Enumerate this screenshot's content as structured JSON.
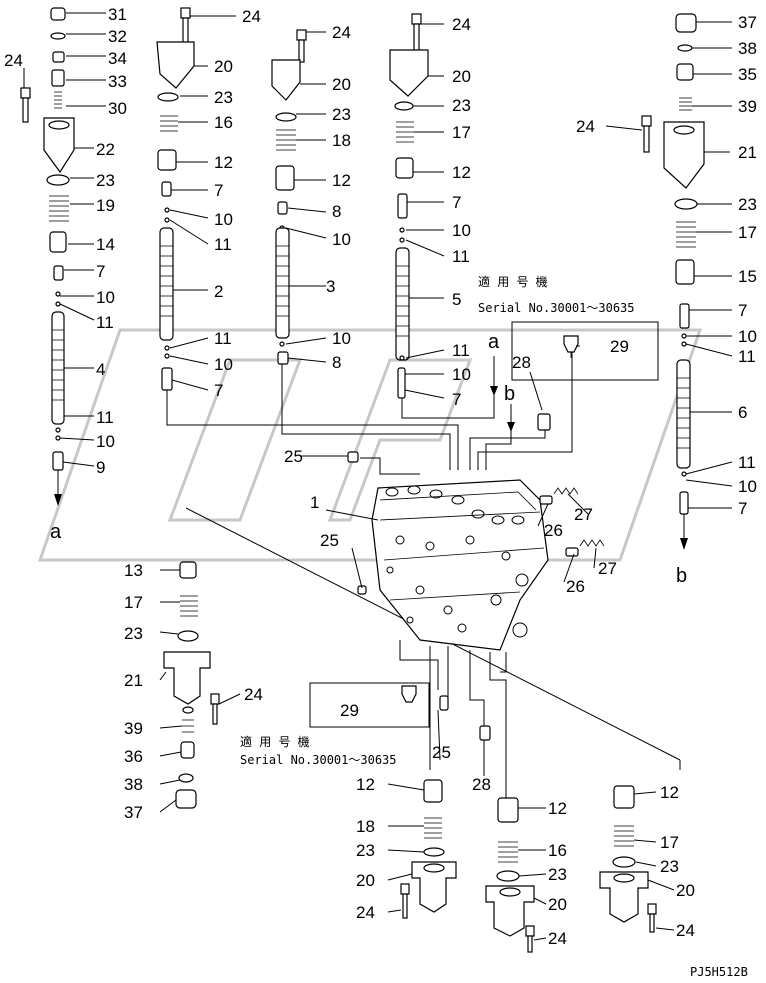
{
  "drawing_code": "PJ5H512B",
  "applicability": {
    "heading": "適 用 号 機",
    "serial": "Serial No.30001～30635"
  },
  "flow_markers": {
    "a": "a",
    "b": "b"
  },
  "callouts": {
    "c1": "1",
    "c2": "2",
    "c3": "3",
    "c4": "4",
    "c5": "5",
    "c6": "6",
    "c7": "7",
    "c8": "8",
    "c9": "9",
    "c10": "10",
    "c11": "11",
    "c12": "12",
    "c13": "13",
    "c14": "14",
    "c15": "15",
    "c16": "16",
    "c17": "17",
    "c18": "18",
    "c19": "19",
    "c20": "20",
    "c21": "21",
    "c22": "22",
    "c23": "23",
    "c24": "24",
    "c25": "25",
    "c26": "26",
    "c27": "27",
    "c28": "28",
    "c29": "29",
    "c30": "30",
    "c31": "31",
    "c32": "32",
    "c33": "33",
    "c34": "34",
    "c35": "35",
    "c36": "36",
    "c37": "37",
    "c38": "38",
    "c39": "39"
  }
}
